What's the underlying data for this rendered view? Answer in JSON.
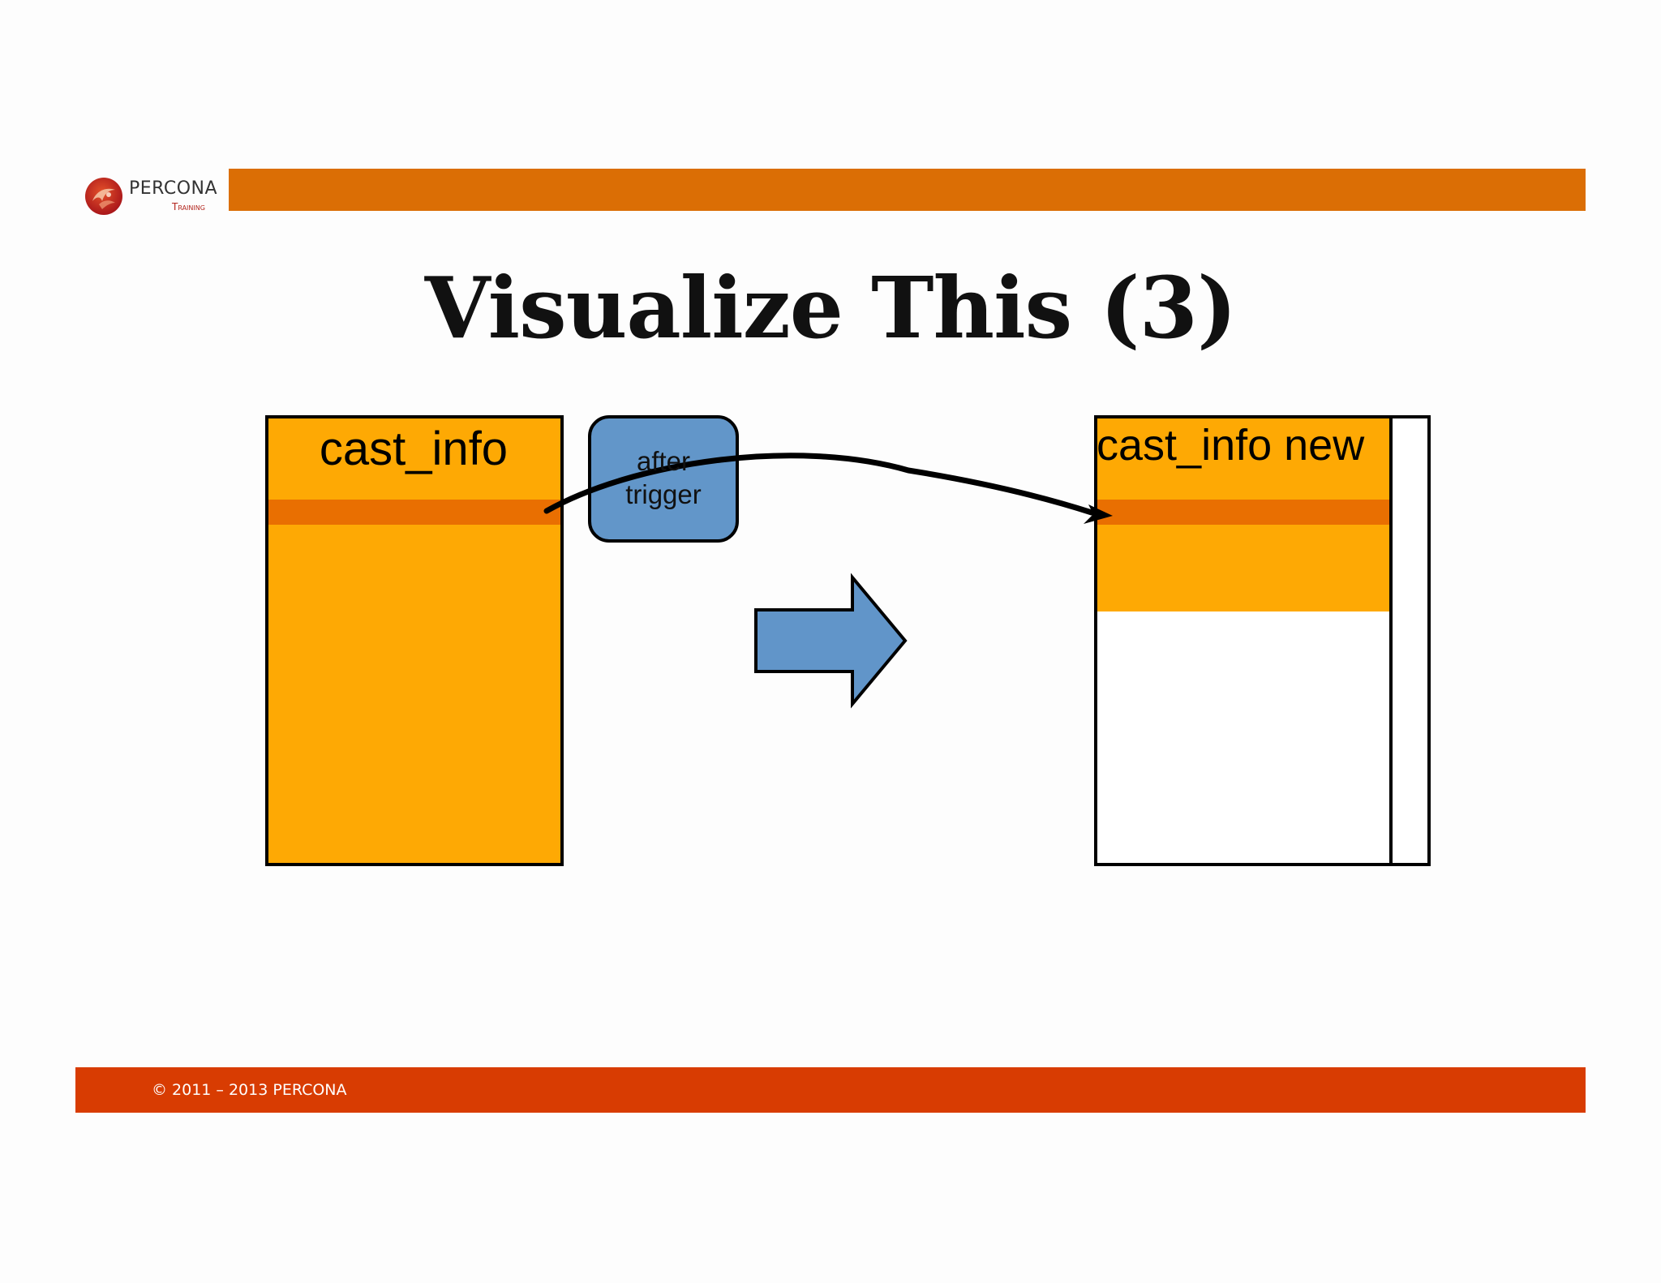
{
  "header": {
    "brand_name": "PERCONA",
    "brand_subtitle": "Training"
  },
  "slide": {
    "title": "Visualize This (3)"
  },
  "diagram": {
    "left_table_label": "cast_info",
    "right_table_label": "cast_info new",
    "trigger_label_line1": "after",
    "trigger_label_line2": "trigger"
  },
  "footer": {
    "copyright": "© 2011 – 2013 PERCONA"
  },
  "colors": {
    "header_bar": "#db6e05",
    "footer_bar": "#d83c02",
    "table_fill": "#fea904",
    "row_highlight": "#e96f01",
    "trigger_fill": "#6296c9",
    "arrow_fill": "#6195c9"
  }
}
